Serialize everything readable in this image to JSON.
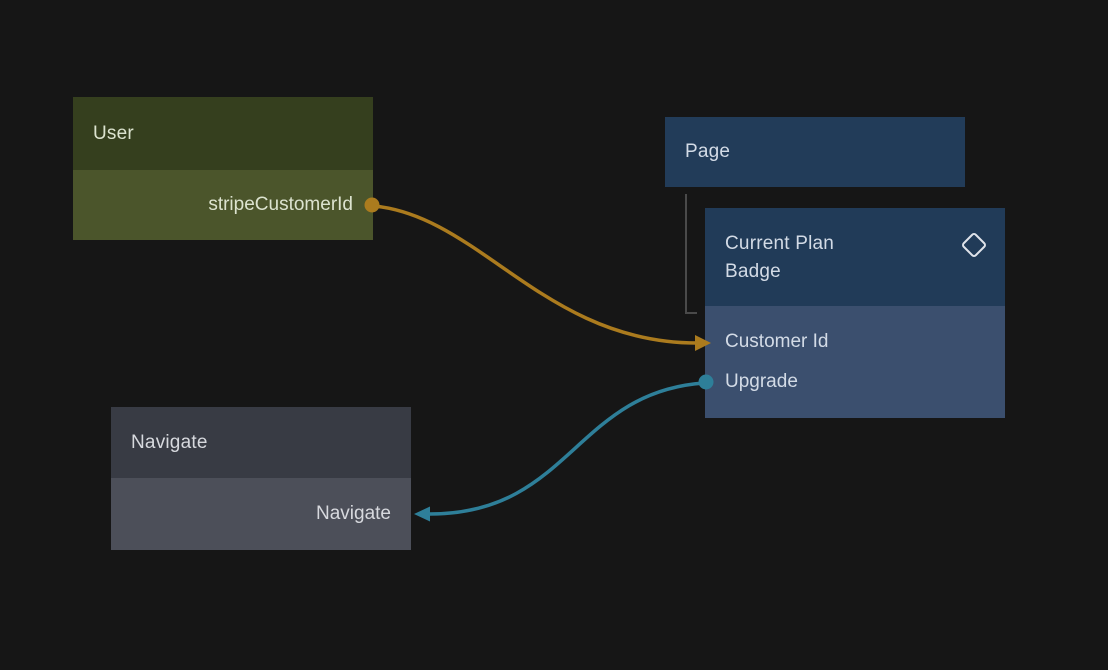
{
  "canvas": {
    "background": "#161616"
  },
  "colors": {
    "user_header": "#353f1e",
    "user_body": "#4b552b",
    "user_text": "#dce3cf",
    "page_header": "#223c59",
    "badge_header": "#213b58",
    "badge_body": "#3b4f6e",
    "blue_text": "#d3dbe6",
    "navigate_header": "#383b44",
    "navigate_body": "#4c4f59",
    "gray_text": "#d7d9de",
    "tree_line": "#4a4a4a",
    "diamond_icon": "#dfe3ea"
  },
  "nodes": {
    "user": {
      "title": "User",
      "fields": [
        {
          "label": "stripeCustomerId"
        }
      ]
    },
    "page": {
      "title": "Page"
    },
    "current_plan_badge": {
      "title": "Current Plan Badge",
      "icon": "diamond-icon",
      "fields": [
        {
          "label": "Customer Id"
        },
        {
          "label": "Upgrade"
        }
      ]
    },
    "navigate": {
      "title": "Navigate",
      "fields": [
        {
          "label": "Navigate"
        }
      ]
    }
  },
  "edges": [
    {
      "name": "stripeCustomerId-to-customerId",
      "color": "#ab7b1e",
      "from": "User.stripeCustomerId",
      "to": "Current Plan Badge.Customer Id"
    },
    {
      "name": "upgrade-to-navigate",
      "color": "#2e7f99",
      "from": "Current Plan Badge.Upgrade",
      "to": "Navigate.Navigate"
    }
  ]
}
